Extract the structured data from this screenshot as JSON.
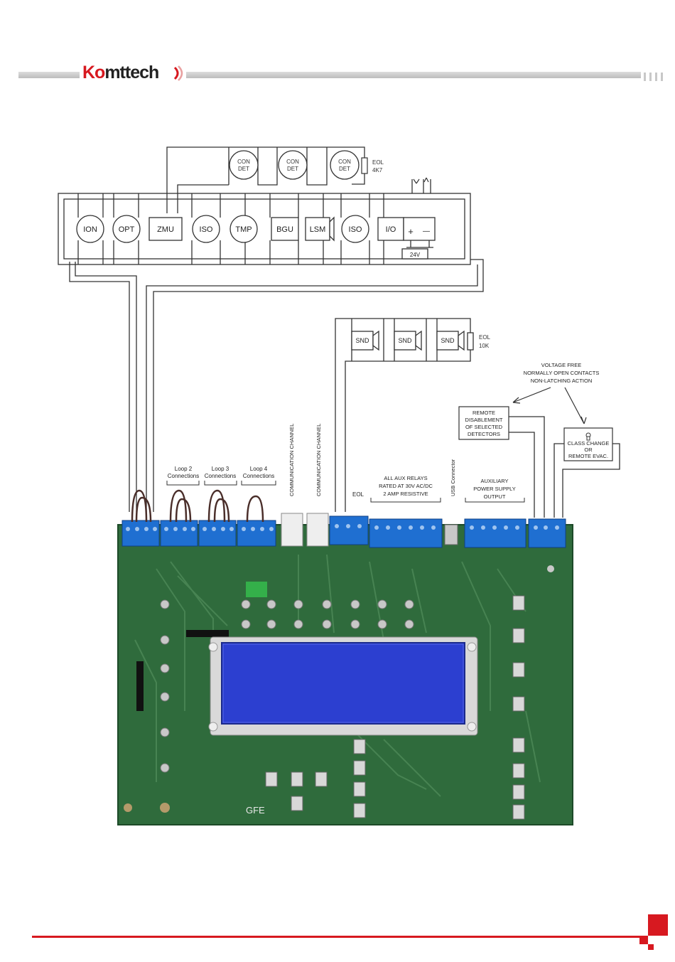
{
  "header": {
    "logo_prefix": "Ko",
    "logo_rest": "mttech"
  },
  "devices": {
    "loop_devices": [
      "ION",
      "OPT",
      "ZMU",
      "ISO",
      "TMP",
      "BGU",
      "LSM",
      "ISO",
      "I/O"
    ],
    "con_det": [
      "CON DET",
      "CON DET",
      "CON DET"
    ],
    "eol_top_line1": "EOL",
    "eol_top_line2": "4K7",
    "supply_plus": "+",
    "supply_minus": "—",
    "supply_voltage": "24V",
    "sounders": [
      "SND",
      "SND",
      "SND"
    ],
    "eol_snd_line1": "EOL",
    "eol_snd_line2": "10K"
  },
  "notes": {
    "voltage_free": [
      "VOLTAGE FREE",
      "NORMALLY OPEN CONTACTS",
      "NON-LATCHING ACTION"
    ],
    "remote_disable": [
      "REMOTE",
      "DISABLEMENT",
      "OF SELECTED",
      "DETECTORS"
    ],
    "class_change": [
      "CLASS CHANGE",
      "OR",
      "REMOTE EVAC."
    ]
  },
  "board_labels": {
    "loop2": [
      "Loop 2",
      "Connections"
    ],
    "loop3": [
      "Loop 3",
      "Connections"
    ],
    "loop4": [
      "Loop 4",
      "Connections"
    ],
    "comm1": "COMMUNICATION CHANNEL",
    "comm2": "COMMUNICATION CHANNEL",
    "eol": "EOL",
    "aux_relays": [
      "ALL AUX RELAYS",
      "RATED AT 30V AC/DC",
      "2 AMP RESISTIVE"
    ],
    "usb": "USB Connector",
    "aux_power": [
      "AUXILIARY",
      "POWER SUPPLY",
      "OUTPUT"
    ],
    "brand": "GFE"
  },
  "colors": {
    "brand_red": "#d71920",
    "terminal_blue": "#1f6fd1",
    "pcb_green": "#2f6b3c",
    "lcd_blue": "#2c3fd0"
  }
}
